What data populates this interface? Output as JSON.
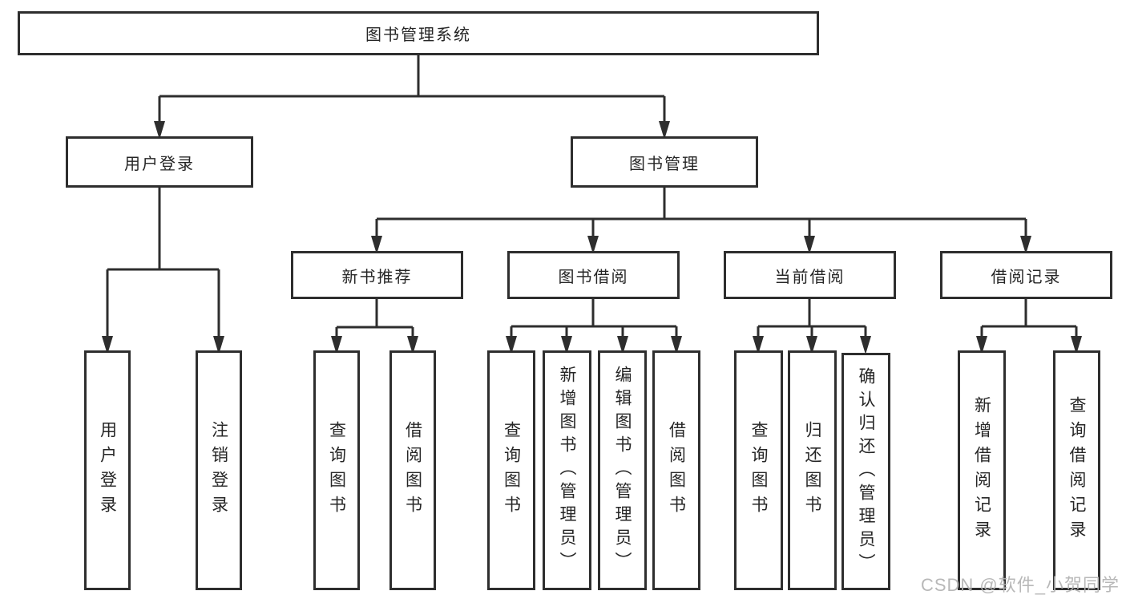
{
  "tree": {
    "root": {
      "label": "图书管理系统"
    },
    "level2": [
      {
        "label": "用户登录",
        "children": [
          {
            "label": "用户登录"
          },
          {
            "label": "注销登录"
          }
        ]
      },
      {
        "label": "图书管理",
        "children": [
          {
            "label": "新书推荐",
            "children": [
              {
                "label": "查询图书"
              },
              {
                "label": "借阅图书"
              }
            ]
          },
          {
            "label": "图书借阅",
            "children": [
              {
                "label": "查询图书"
              },
              {
                "label": "新增图书（管理员）"
              },
              {
                "label": "编辑图书（管理员）"
              },
              {
                "label": "借阅图书"
              }
            ]
          },
          {
            "label": "当前借阅",
            "children": [
              {
                "label": "查询图书"
              },
              {
                "label": "归还图书"
              },
              {
                "label": "确认归还（管理员）"
              }
            ]
          },
          {
            "label": "借阅记录",
            "children": [
              {
                "label": "新增借阅记录"
              },
              {
                "label": "查询借阅记录"
              }
            ]
          }
        ]
      }
    ]
  },
  "watermark": {
    "text": "CSDN @软件_小贺同学"
  },
  "colors": {
    "line": "#2e2e2e",
    "text": "#262626",
    "watermark": "#b3b3b3",
    "background": "#ffffff"
  }
}
